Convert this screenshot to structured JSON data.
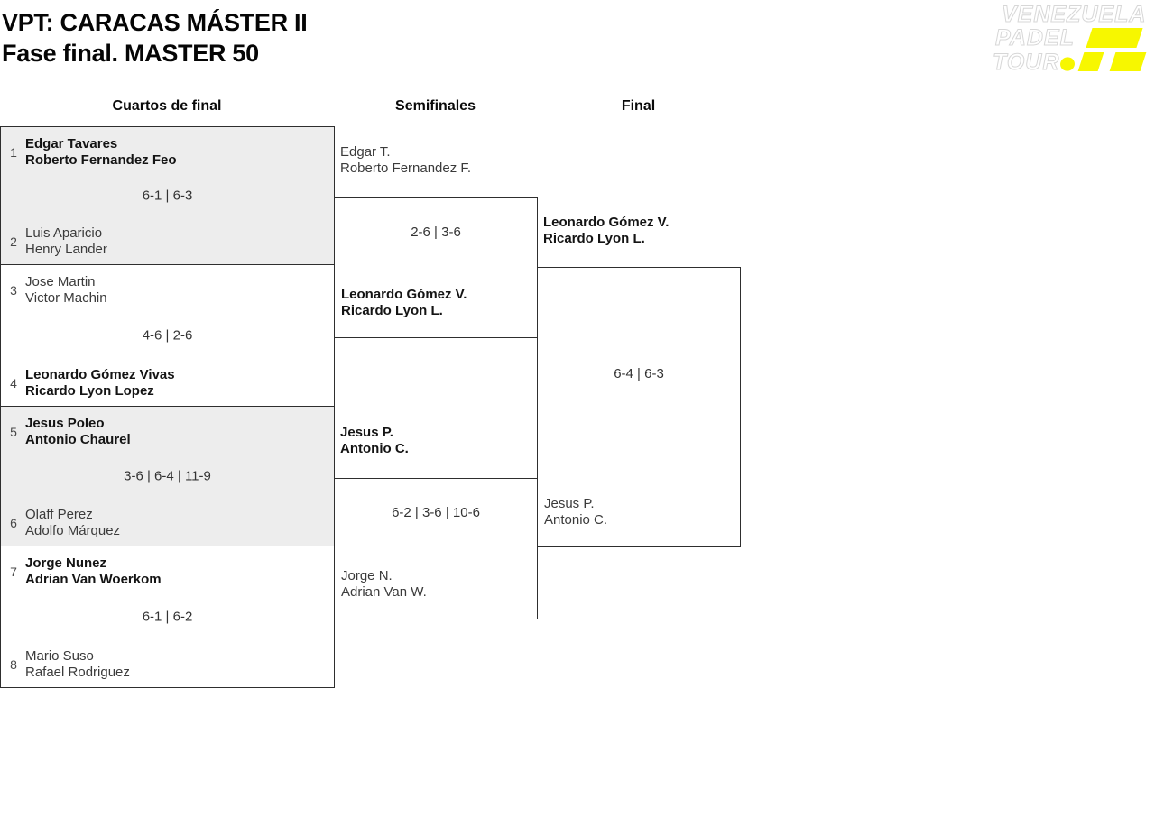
{
  "page": {
    "title_line1": "VPT: CARACAS MÁSTER II",
    "title_line2": "Fase final. MASTER 50"
  },
  "logo": {
    "line1": "VENEZUELA",
    "line2": "PADEL",
    "line3": "TOUR",
    "accent_color": "#f7f700"
  },
  "rounds": {
    "quarterfinals_label": "Cuartos de final",
    "semifinals_label": "Semifinales",
    "final_label": "Final"
  },
  "quarterfinals": [
    {
      "seed_top": "1",
      "team_top": [
        "Edgar Tavares",
        "Roberto Fernandez Feo"
      ],
      "score": "6-1 | 6-3",
      "seed_bottom": "2",
      "team_bottom": [
        "Luis Aparicio",
        "Henry Lander"
      ],
      "winner": "top"
    },
    {
      "seed_top": "3",
      "team_top": [
        "Jose Martin",
        "Victor Machin"
      ],
      "score": "4-6 | 2-6",
      "seed_bottom": "4",
      "team_bottom": [
        "Leonardo Gómez Vivas",
        "Ricardo Lyon Lopez"
      ],
      "winner": "bottom"
    },
    {
      "seed_top": "5",
      "team_top": [
        "Jesus Poleo",
        "Antonio Chaurel"
      ],
      "score": "3-6 | 6-4 | 11-9",
      "seed_bottom": "6",
      "team_bottom": [
        "Olaff Perez",
        "Adolfo Márquez"
      ],
      "winner": "top"
    },
    {
      "seed_top": "7",
      "team_top": [
        "Jorge Nunez",
        "Adrian Van Woerkom"
      ],
      "score": "6-1 | 6-2",
      "seed_bottom": "8",
      "team_bottom": [
        "Mario Suso",
        "Rafael Rodriguez"
      ],
      "winner": "top"
    }
  ],
  "semifinals": [
    {
      "team_top": [
        "Edgar T.",
        "Roberto Fernandez F."
      ],
      "score": "2-6 | 3-6",
      "team_bottom": [
        "Leonardo Gómez V.",
        "Ricardo Lyon L."
      ],
      "winner": "bottom"
    },
    {
      "team_top": [
        "Jesus P.",
        "Antonio C."
      ],
      "score": "6-2 | 3-6 | 10-6",
      "team_bottom": [
        "Jorge N.",
        "Adrian Van W."
      ],
      "winner": "top"
    }
  ],
  "final": {
    "team_top": [
      "Leonardo Gómez V.",
      "Ricardo Lyon L."
    ],
    "score": "6-4 | 6-3",
    "team_bottom": [
      "Jesus P.",
      "Antonio C."
    ],
    "winner": "top"
  },
  "colors": {
    "shaded_block": "#ededed",
    "border": "#2e2e2e",
    "accent_yellow": "#f7f700"
  }
}
